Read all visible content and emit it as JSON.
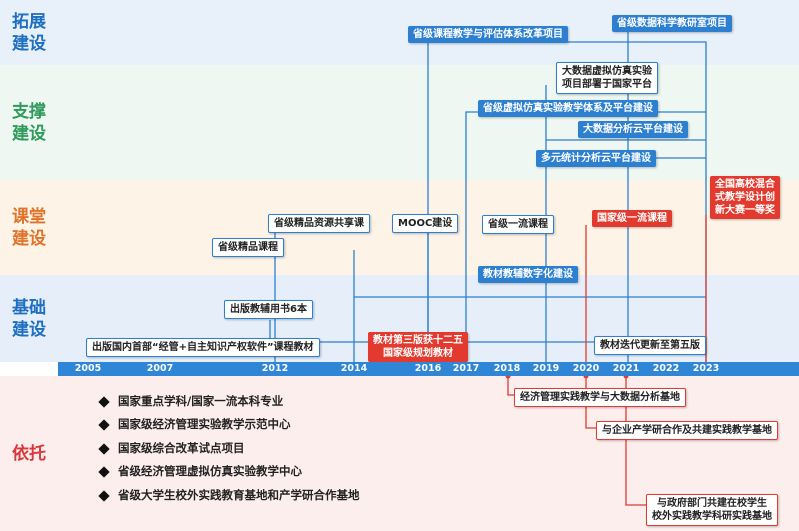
{
  "bands": [
    {
      "key": "expand",
      "label": "拓展\n建设",
      "color": "#e8f1fa",
      "text_color": "#1f6fc0"
    },
    {
      "key": "support",
      "label": "支撑\n建设",
      "color": "#eef7f2",
      "text_color": "#2f9a5a"
    },
    {
      "key": "classroom",
      "label": "课堂\n建设",
      "color": "#fdf3e7",
      "text_color": "#e0742a"
    },
    {
      "key": "foundation",
      "label": "基础\n建设",
      "color": "#e6eff9",
      "text_color": "#1f6fc0"
    },
    {
      "key": "basis",
      "label": "依托",
      "color": "#fdeeee",
      "text_color": "#d9373a"
    }
  ],
  "years": [
    "2005",
    "2007",
    "2012",
    "2014",
    "2016",
    "2017",
    "2018",
    "2019",
    "2020",
    "2021",
    "2022",
    "2023"
  ],
  "events": {
    "reform_project": "省级课程教学与评估体系改革项目",
    "ds_lab": "省级数据科学教研室项目",
    "bigdata_sim": "大数据虚拟仿真实验\n项目部署于国家平台",
    "virtual_sim": "省级虚拟仿真实验教学体系及平台建设",
    "bigdata_cloud": "大数据分析云平台建设",
    "multi_cloud": "多元统计分析云平台建设",
    "award": "全国高校混合\n式教学设计创\n新大赛一等奖",
    "shared_course": "省级精品资源共享课",
    "mooc": "MOOC建设",
    "first_course": "省级一流课程",
    "national_first": "国家级一流课程",
    "quality_course": "省级精品课程",
    "digital_materials": "教材教辅数字化建设",
    "guidebooks": "出版教辅用书6本",
    "first_textbook": "出版国内首部“经管+自主知识产权软件”课程教材",
    "planned_textbook": "教材第三版获十二五\n国家级规划教材",
    "fifth_edition": "教材迭代更新至第五版",
    "practice_base": "经济管理实践教学与大数据分析基地",
    "enterprise_base": "与企业产学研合作及共建实践教学基地",
    "gov_base": "与政府部门共建在校学生\n校外实践教学科研实践基地"
  },
  "basis_items": [
    "国家重点学科/国家一流本科专业",
    "国家级经济管理实验教学示范中心",
    "国家级综合改革试点项目",
    "省级经济管理虚拟仿真实验教学中心",
    "省级大学生校外实践教育基地和产学研合作基地"
  ],
  "colors": {
    "blue": "#2d7fd0",
    "red": "#e23a2e",
    "axis": "#2f86d6"
  }
}
